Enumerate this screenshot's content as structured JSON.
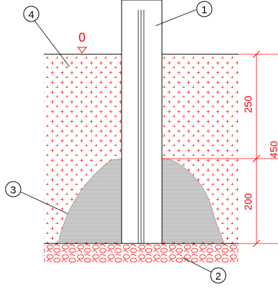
{
  "callouts": [
    {
      "number": "1",
      "part": "pole"
    },
    {
      "number": "2",
      "part": "gravel-bed"
    },
    {
      "number": "3",
      "part": "concrete-footing"
    },
    {
      "number": "4",
      "part": "backfill-soil"
    }
  ],
  "level_mark": {
    "label": "0"
  },
  "dimensions": {
    "upper": "250",
    "lower": "200",
    "total": "450"
  },
  "colors": {
    "line": "#000000",
    "annotation": "#ff0000",
    "soil_hatch": "#ff0000",
    "concrete": "#c8c8c8",
    "gravel": "#ff0000"
  }
}
